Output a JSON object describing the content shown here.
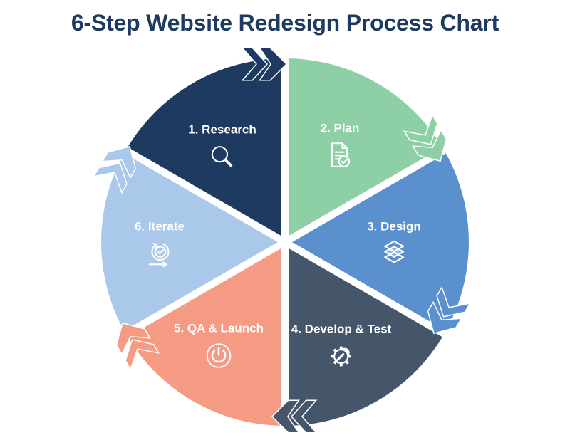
{
  "title": "6-Step Website Redesign Process Chart",
  "theme": {
    "background": "#ffffff",
    "title_color": "#1e3a60",
    "divider_color": "#ffffff",
    "label_text_color": "#ffffff"
  },
  "flow_direction": "clockwise",
  "steps": [
    {
      "label": "1. Research",
      "icon": "magnifier-icon",
      "color": "#1e3a60"
    },
    {
      "label": "2. Plan",
      "icon": "document-check-icon",
      "color": "#8ed0a6"
    },
    {
      "label": "3. Design",
      "icon": "layers-icon",
      "color": "#5a90ce"
    },
    {
      "label": "4. Develop & Test",
      "icon": "gear-wrench-icon",
      "color": "#46566a"
    },
    {
      "label": "5. QA & Launch",
      "icon": "power-icon",
      "color": "#f59a83"
    },
    {
      "label": "6. Iterate",
      "icon": "loop-check-icon",
      "color": "#aac8ea"
    }
  ],
  "arrows": [
    {
      "from": "1. Research",
      "to": "2. Plan"
    },
    {
      "from": "2. Plan",
      "to": "3. Design"
    },
    {
      "from": "3. Design",
      "to": "4. Develop & Test"
    },
    {
      "from": "4. Develop & Test",
      "to": "5. QA & Launch"
    },
    {
      "from": "5. QA & Launch",
      "to": "6. Iterate"
    },
    {
      "from": "6. Iterate",
      "to": "1. Research"
    }
  ]
}
